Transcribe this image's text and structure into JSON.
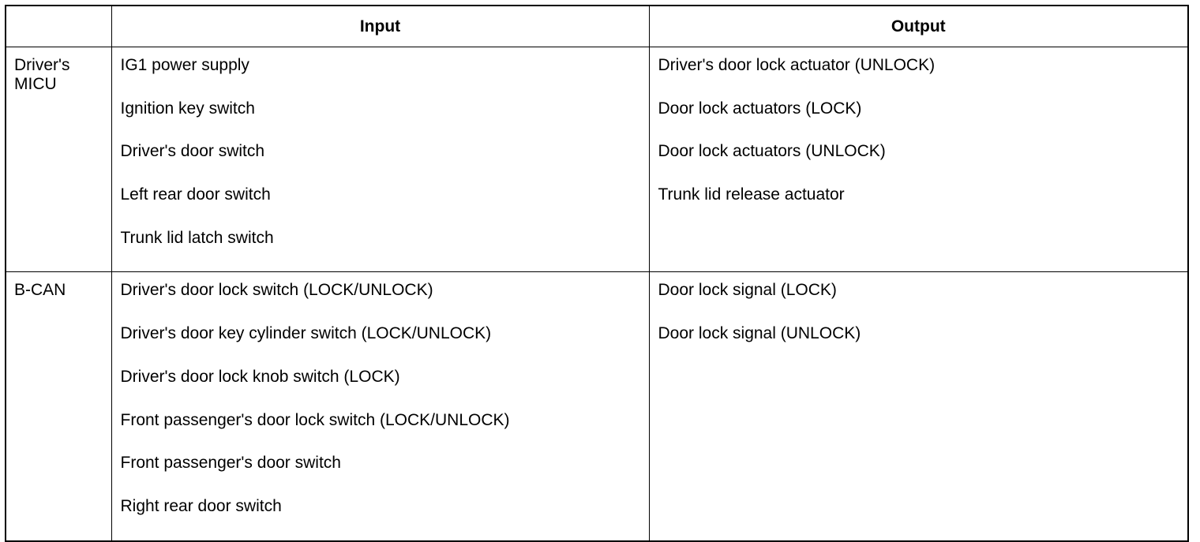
{
  "table": {
    "headers": [
      "",
      "Input",
      "Output"
    ],
    "rows": [
      {
        "label": "Driver's\nMICU",
        "inputs": [
          "IG1 power supply",
          "Ignition key switch",
          "Driver's door switch",
          "Left rear door switch",
          "Trunk lid latch switch"
        ],
        "outputs": [
          "Driver's door lock actuator (UNLOCK)",
          "Door lock actuators (LOCK)",
          "Door lock actuators (UNLOCK)",
          "Trunk lid release actuator"
        ]
      },
      {
        "label": "B-CAN",
        "inputs": [
          "Driver's door lock switch (LOCK/UNLOCK)",
          "Driver's door key cylinder switch (LOCK/UNLOCK)",
          "Driver's door lock knob switch (LOCK)",
          "Front passenger's door lock switch (LOCK/UNLOCK)",
          "Front passenger's door switch",
          "Right rear door switch"
        ],
        "outputs": [
          "Door lock signal (LOCK)",
          "Door lock signal (UNLOCK)"
        ]
      }
    ]
  }
}
